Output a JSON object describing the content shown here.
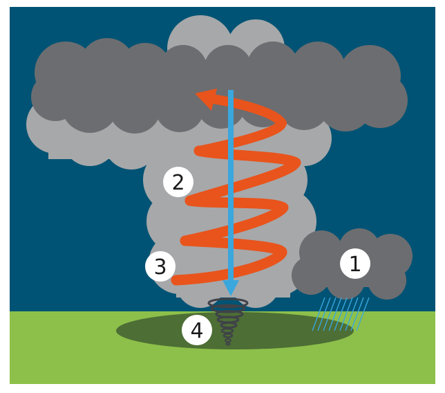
{
  "colors": {
    "sky": "#005374",
    "ground": "#8dc04a",
    "ground_shadow": "#4d6e35",
    "cloud_light": "#a7a8aa",
    "cloud_dark": "#6c6d70",
    "spiral": "#e8541c",
    "downdraft": "#3aa7dd",
    "rain": "#3aa7dd",
    "tornado": "#3f4248",
    "label_circle": "#ffffff",
    "label_text": "#1a1a1a"
  },
  "labels": [
    {
      "id": "1",
      "text": "1"
    },
    {
      "id": "2",
      "text": "2"
    },
    {
      "id": "3",
      "text": "3"
    },
    {
      "id": "4",
      "text": "4"
    }
  ],
  "icons": [
    "tornado-icon",
    "rain-icon",
    "downdraft-arrow-icon",
    "spiral-updraft-icon"
  ]
}
